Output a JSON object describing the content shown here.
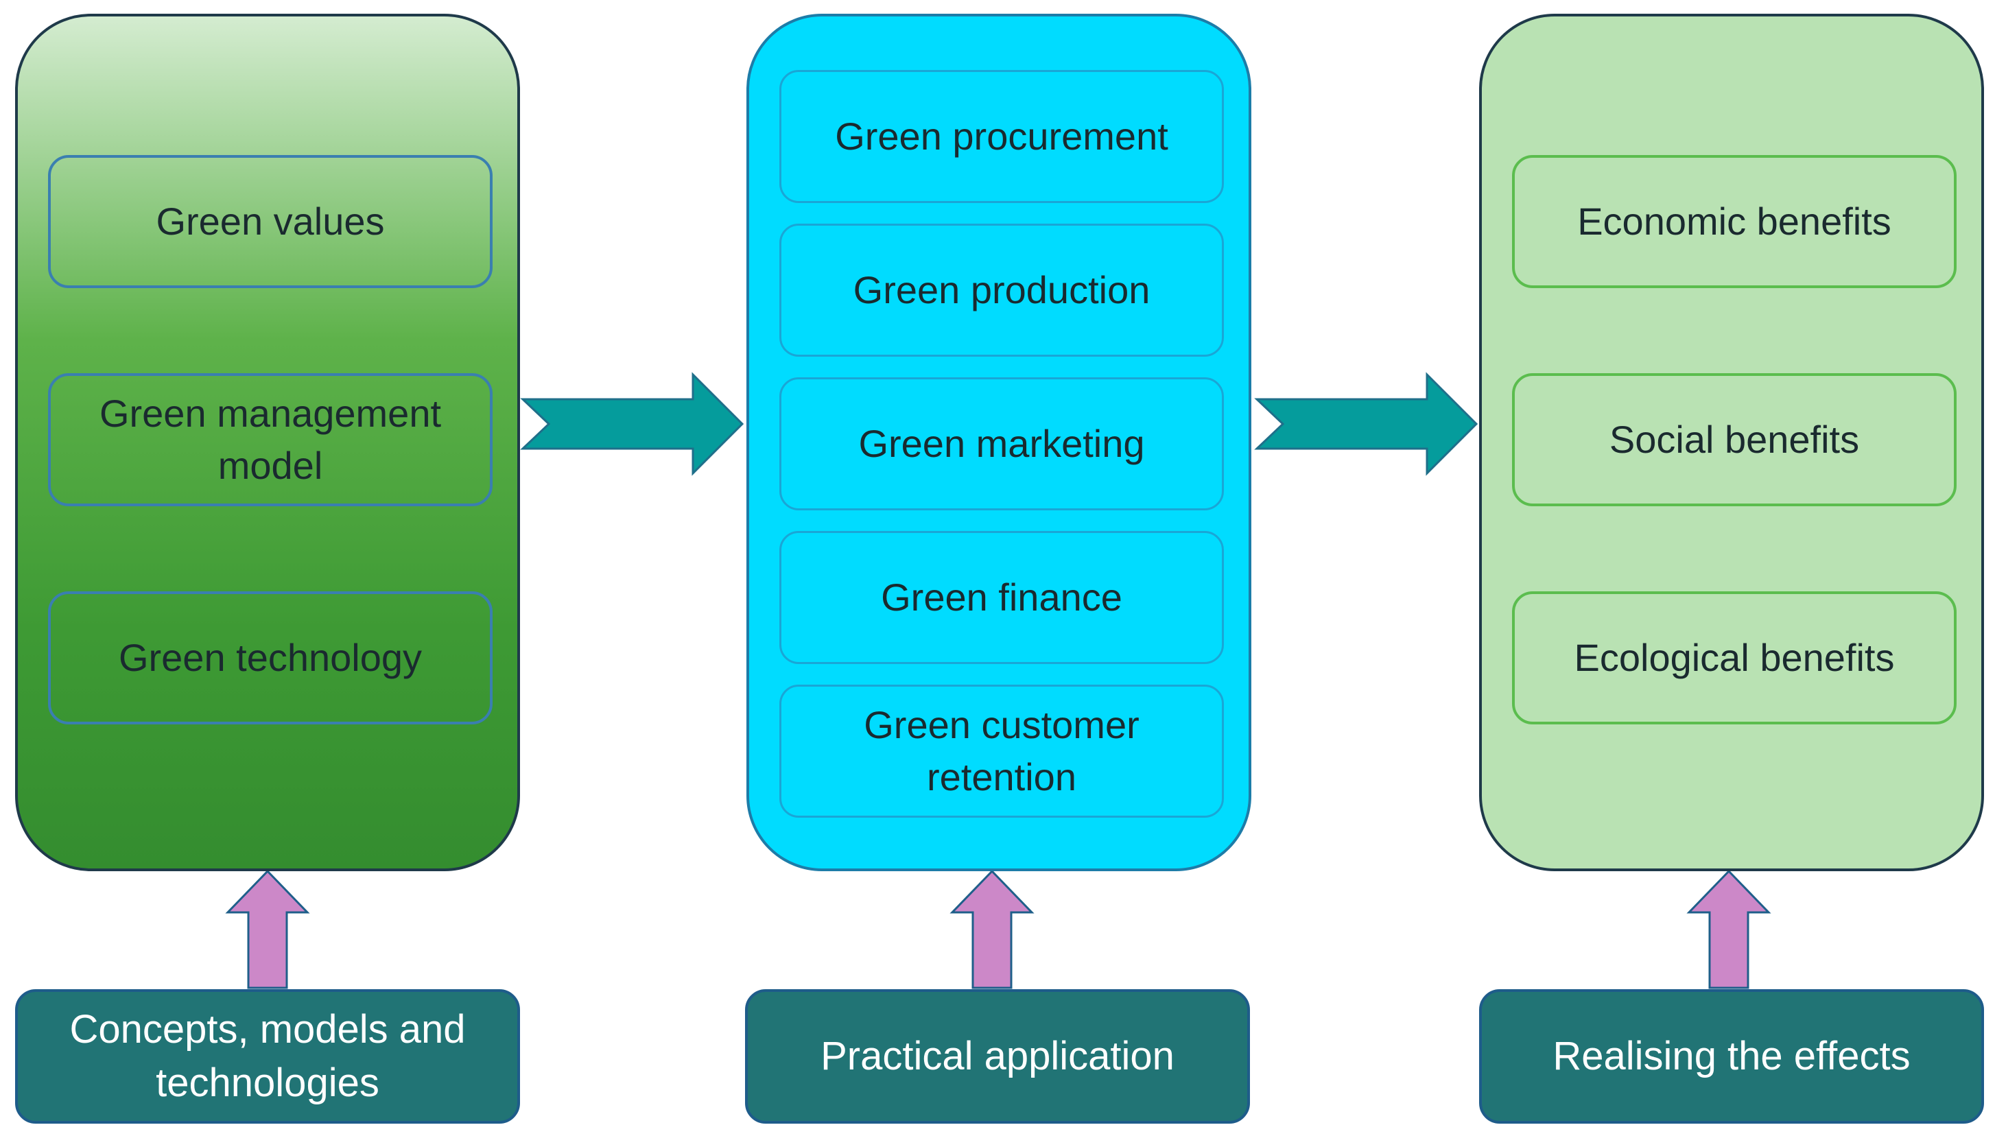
{
  "columns": [
    {
      "items": [
        "Green values",
        "Green management model",
        "Green technology"
      ],
      "footer": "Concepts, models and technologies"
    },
    {
      "items": [
        "Green procurement",
        "Green production",
        "Green marketing",
        "Green finance",
        "Green customer retention"
      ],
      "footer": "Practical application"
    },
    {
      "items": [
        "Economic benefits",
        "Social benefits",
        "Ecological benefits"
      ],
      "footer": "Realising the effects"
    }
  ],
  "colors": {
    "left_column": "#3e9a34",
    "middle_column": "#00dcff",
    "right_column": "#b9e2b3",
    "footer_box": "#217475",
    "flow_arrow": "#059c9c",
    "up_arrow": "#cc88c8"
  }
}
